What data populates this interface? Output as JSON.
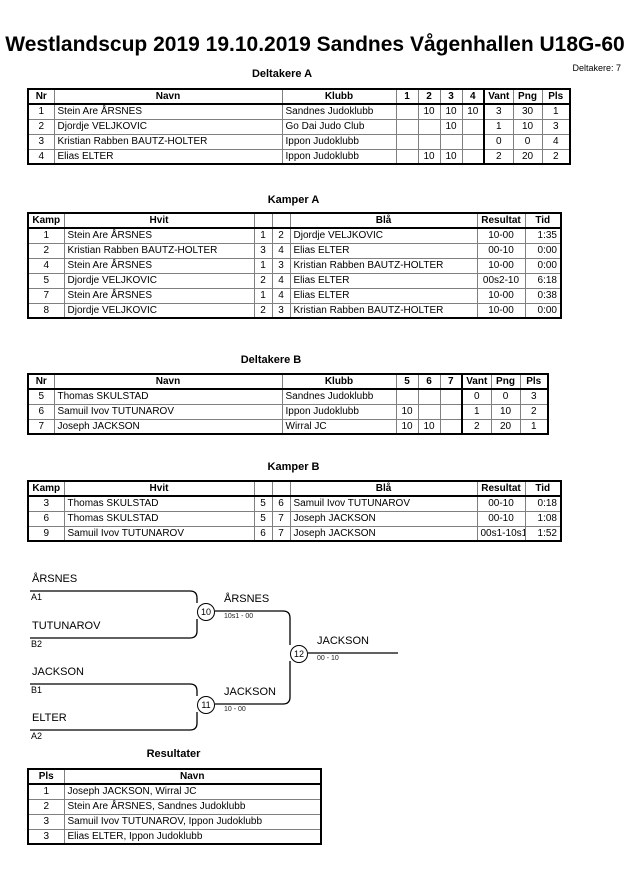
{
  "header": {
    "title": "Westlandscup 2019  19.10.2019  Sandnes Vågenhallen   U18G-60",
    "participants_label": "Deltakere: 7"
  },
  "captions": {
    "pool_a": "Deltakere A",
    "matches_a": "Kamper A",
    "pool_b": "Deltakere B",
    "matches_b": "Kamper B",
    "results": "Resultater"
  },
  "pool_a": {
    "headers": [
      "Nr",
      "Navn",
      "Klubb",
      "1",
      "2",
      "3",
      "4",
      "Vant",
      "Png",
      "Pls"
    ],
    "rows": [
      {
        "nr": "1",
        "navn": "Stein Are ÅRSNES",
        "klubb": "Sandnes Judoklubb",
        "m1": "",
        "m2": "10",
        "m3": "10",
        "m4": "10",
        "vant": "3",
        "png": "30",
        "pls": "1"
      },
      {
        "nr": "2",
        "navn": "Djordje VELJKOVIC",
        "klubb": "Go Dai Judo Club",
        "m1": "",
        "m2": "",
        "m3": "10",
        "m4": "",
        "vant": "1",
        "png": "10",
        "pls": "3"
      },
      {
        "nr": "3",
        "navn": "Kristian Rabben BAUTZ-HOLTER",
        "klubb": "Ippon Judoklubb",
        "m1": "",
        "m2": "",
        "m3": "",
        "m4": "",
        "vant": "0",
        "png": "0",
        "pls": "4"
      },
      {
        "nr": "4",
        "navn": "Elias ELTER",
        "klubb": "Ippon Judoklubb",
        "m1": "",
        "m2": "10",
        "m3": "10",
        "m4": "",
        "vant": "2",
        "png": "20",
        "pls": "2"
      }
    ]
  },
  "matches_a": {
    "headers": [
      "Kamp",
      "Hvit",
      "",
      "",
      "Blå",
      "Resultat",
      "Tid"
    ],
    "rows": [
      {
        "kamp": "1",
        "hvit": "Stein Are ÅRSNES",
        "nw": "1",
        "nb": "2",
        "bla": "Djordje VELJKOVIC",
        "resultat": "10-00",
        "tid": "1:35"
      },
      {
        "kamp": "2",
        "hvit": "Kristian Rabben BAUTZ-HOLTER",
        "nw": "3",
        "nb": "4",
        "bla": "Elias ELTER",
        "resultat": "00-10",
        "tid": "0:00"
      },
      {
        "kamp": "4",
        "hvit": "Stein Are ÅRSNES",
        "nw": "1",
        "nb": "3",
        "bla": "Kristian Rabben BAUTZ-HOLTER",
        "resultat": "10-00",
        "tid": "0:00"
      },
      {
        "kamp": "5",
        "hvit": "Djordje VELJKOVIC",
        "nw": "2",
        "nb": "4",
        "bla": "Elias ELTER",
        "resultat": "00s2-10",
        "tid": "6:18"
      },
      {
        "kamp": "7",
        "hvit": "Stein Are ÅRSNES",
        "nw": "1",
        "nb": "4",
        "bla": "Elias ELTER",
        "resultat": "10-00",
        "tid": "0:38"
      },
      {
        "kamp": "8",
        "hvit": "Djordje VELJKOVIC",
        "nw": "2",
        "nb": "3",
        "bla": "Kristian Rabben BAUTZ-HOLTER",
        "resultat": "10-00",
        "tid": "0:00"
      }
    ]
  },
  "pool_b": {
    "headers": [
      "Nr",
      "Navn",
      "Klubb",
      "5",
      "6",
      "7",
      "Vant",
      "Png",
      "Pls"
    ],
    "rows": [
      {
        "nr": "5",
        "navn": "Thomas SKULSTAD",
        "klubb": "Sandnes Judoklubb",
        "m5": "",
        "m6": "",
        "m7": "",
        "vant": "0",
        "png": "0",
        "pls": "3"
      },
      {
        "nr": "6",
        "navn": "Samuil Ivov TUTUNAROV",
        "klubb": "Ippon Judoklubb",
        "m5": "10",
        "m6": "",
        "m7": "",
        "vant": "1",
        "png": "10",
        "pls": "2"
      },
      {
        "nr": "7",
        "navn": "Joseph JACKSON",
        "klubb": "Wirral JC",
        "m5": "10",
        "m6": "10",
        "m7": "",
        "vant": "2",
        "png": "20",
        "pls": "1"
      }
    ]
  },
  "matches_b": {
    "headers": [
      "Kamp",
      "Hvit",
      "",
      "",
      "Blå",
      "Resultat",
      "Tid"
    ],
    "rows": [
      {
        "kamp": "3",
        "hvit": "Thomas SKULSTAD",
        "nw": "5",
        "nb": "6",
        "bla": "Samuil Ivov TUTUNAROV",
        "resultat": "00-10",
        "tid": "0:18"
      },
      {
        "kamp": "6",
        "hvit": "Thomas SKULSTAD",
        "nw": "5",
        "nb": "7",
        "bla": "Joseph JACKSON",
        "resultat": "00-10",
        "tid": "1:08"
      },
      {
        "kamp": "9",
        "hvit": "Samuil Ivov TUTUNAROV",
        "nw": "6",
        "nb": "7",
        "bla": "Joseph JACKSON",
        "resultat": "00s1-10s1",
        "tid": "1:52"
      }
    ]
  },
  "bracket": {
    "entrants": [
      {
        "name": "ÅRSNES",
        "seed": "A1"
      },
      {
        "name": "TUTUNAROV",
        "seed": "B2"
      },
      {
        "name": "JACKSON",
        "seed": "B1"
      },
      {
        "name": "ELTER",
        "seed": "A2"
      }
    ],
    "semifinals": [
      {
        "number": "10",
        "winner": "ÅRSNES",
        "score": "10s1 - 00"
      },
      {
        "number": "11",
        "winner": "JACKSON",
        "score": "10 - 00"
      }
    ],
    "final": {
      "number": "12",
      "winner": "JACKSON",
      "score": "00 - 10"
    }
  },
  "results": {
    "headers": [
      "Pls",
      "Navn"
    ],
    "rows": [
      {
        "pls": "1",
        "navn": "Joseph JACKSON, Wirral JC"
      },
      {
        "pls": "2",
        "navn": "Stein Are ÅRSNES, Sandnes Judoklubb"
      },
      {
        "pls": "3",
        "navn": "Samuil Ivov TUTUNAROV, Ippon Judoklubb"
      },
      {
        "pls": "3",
        "navn": "Elias ELTER, Ippon Judoklubb"
      }
    ]
  }
}
